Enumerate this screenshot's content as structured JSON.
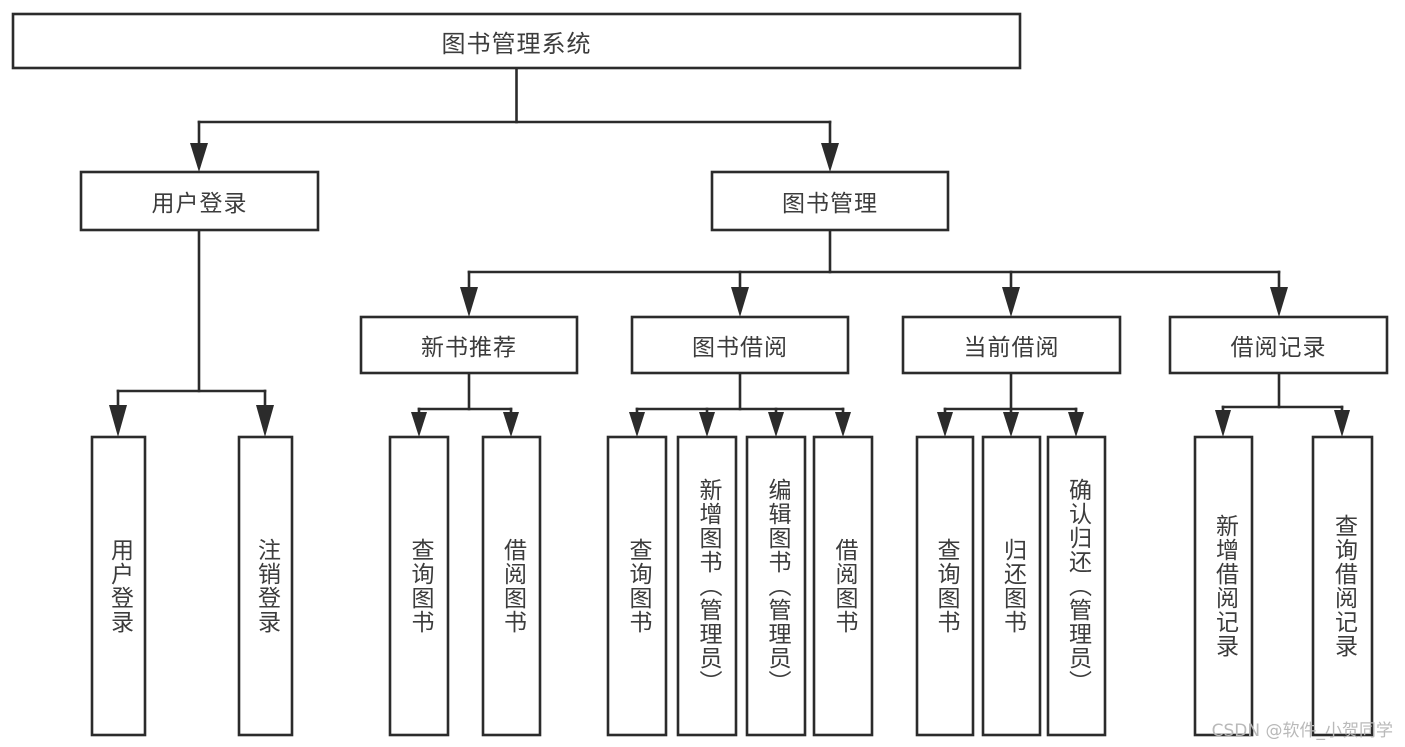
{
  "diagram": {
    "type": "tree",
    "orientation": "top-down",
    "root": {
      "id": "root",
      "label": "图书管理系统"
    },
    "level1": [
      {
        "id": "user-login",
        "label": "用户登录"
      },
      {
        "id": "book-manage",
        "label": "图书管理"
      }
    ],
    "level2": [
      {
        "id": "new-book-rec",
        "label": "新书推荐",
        "parent": "book-manage"
      },
      {
        "id": "book-borrow",
        "label": "图书借阅",
        "parent": "book-manage"
      },
      {
        "id": "current-borrow",
        "label": "当前借阅",
        "parent": "book-manage"
      },
      {
        "id": "borrow-record",
        "label": "借阅记录",
        "parent": "book-manage"
      }
    ],
    "leaves": {
      "user-login": [
        {
          "id": "leaf-user-login",
          "label": "用户登录"
        },
        {
          "id": "leaf-logout",
          "label": "注销登录"
        }
      ],
      "new-book-rec": [
        {
          "id": "leaf-query-book-1",
          "label": "查询图书"
        },
        {
          "id": "leaf-borrow-book-1",
          "label": "借阅图书"
        }
      ],
      "book-borrow": [
        {
          "id": "leaf-query-book-2",
          "label": "查询图书"
        },
        {
          "id": "leaf-add-book",
          "label": "新增图书（管理员）"
        },
        {
          "id": "leaf-edit-book",
          "label": "编辑图书（管理员）"
        },
        {
          "id": "leaf-borrow-book-2",
          "label": "借阅图书"
        }
      ],
      "current-borrow": [
        {
          "id": "leaf-query-book-3",
          "label": "查询图书"
        },
        {
          "id": "leaf-return-book",
          "label": "归还图书"
        },
        {
          "id": "leaf-confirm-return",
          "label": "确认归还（管理员）"
        }
      ],
      "borrow-record": [
        {
          "id": "leaf-add-record",
          "label": "新增借阅记录"
        },
        {
          "id": "leaf-query-record",
          "label": "查询借阅记录"
        }
      ]
    },
    "colors": {
      "stroke": "#2b2b2b",
      "fill": "#ffffff",
      "text": "#3c3c3c",
      "watermark": "#b9b9b9",
      "background": "#ffffff"
    }
  },
  "watermark": {
    "text": "CSDN @软件_小贺同学"
  }
}
